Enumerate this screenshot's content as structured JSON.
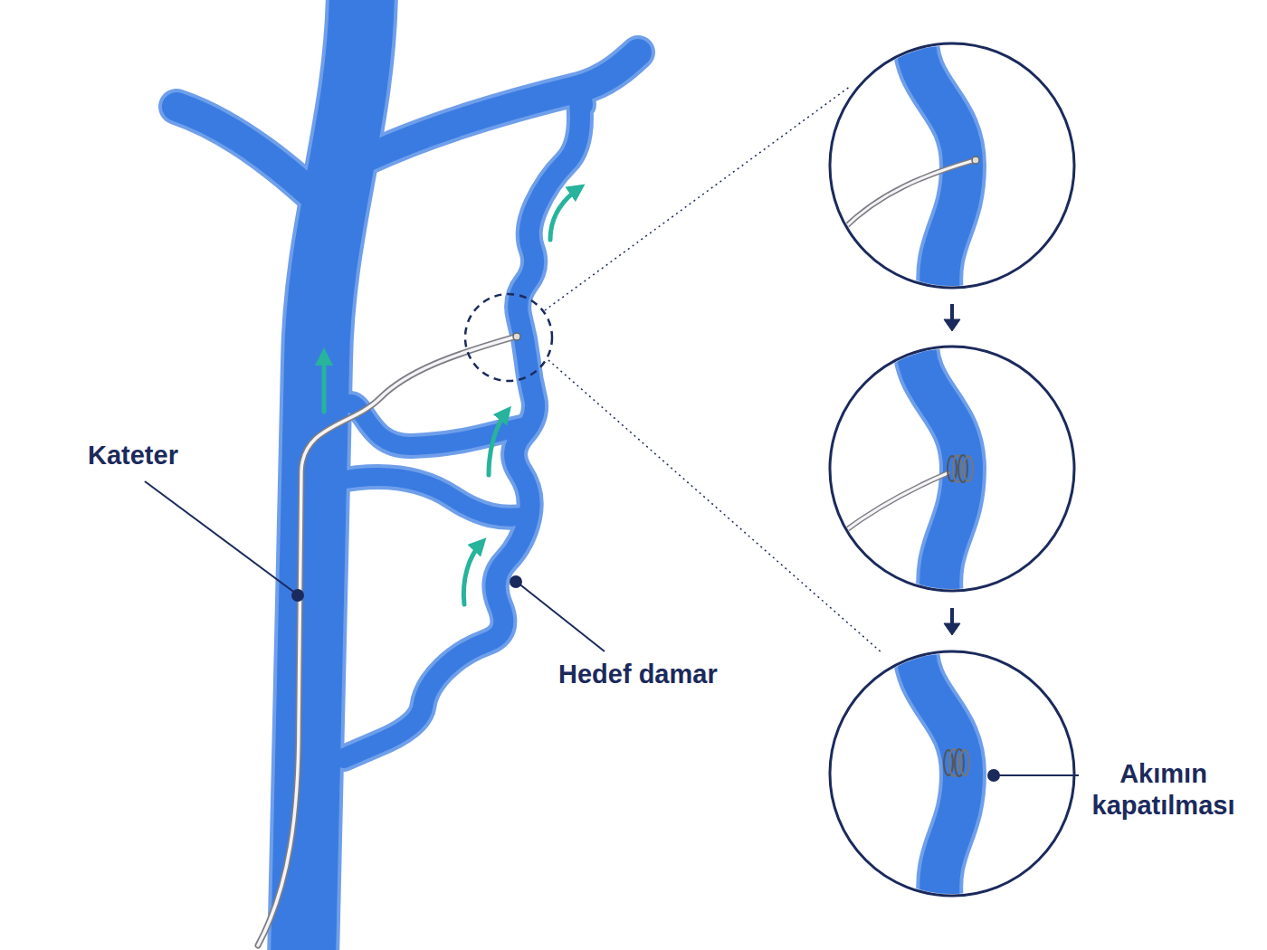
{
  "diagram": {
    "labels": [
      "Kateter",
      "Hedef damar",
      "Akımın kapatılması"
    ]
  }
}
